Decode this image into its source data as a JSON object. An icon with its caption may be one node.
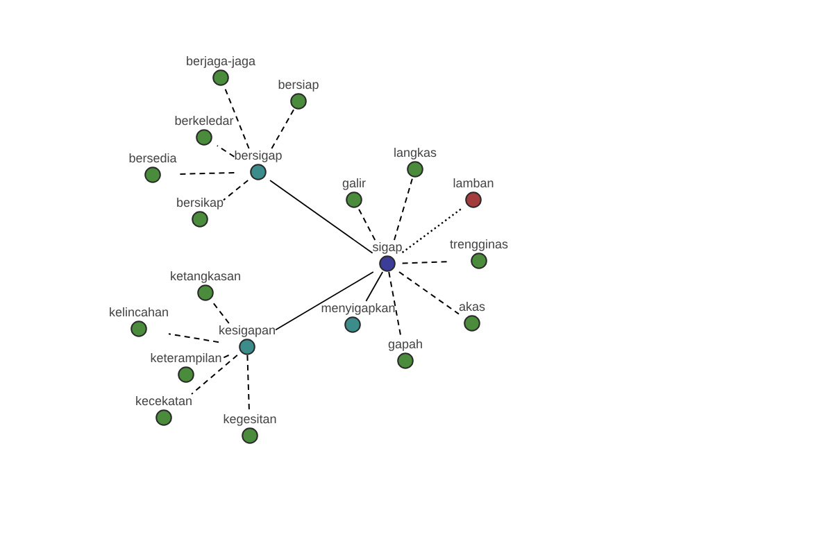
{
  "diagram": {
    "nodes": [
      {
        "text": [
          "berjaga-jaga"
        ]
      },
      {
        "text": [
          "bersiap"
        ]
      },
      {
        "text": [
          "berkeledar"
        ]
      },
      {
        "text": [
          "langkas"
        ]
      },
      {
        "text": [
          "bersigap"
        ]
      },
      {
        "text": [
          "bersedia"
        ]
      },
      {
        "text": [
          "lamban"
        ]
      },
      {
        "text": [
          "galir"
        ]
      },
      {
        "text": [
          "bersikap"
        ]
      },
      {
        "text": [
          "trengginas"
        ]
      },
      {
        "text": [
          "sigap"
        ]
      },
      {
        "text": [
          "ketangkasan"
        ]
      },
      {
        "text": [
          "menyigapkan"
        ]
      },
      {
        "text": [
          "akas"
        ]
      },
      {
        "text": [
          "kelincahan"
        ]
      },
      {
        "text": [
          "kesigapan"
        ]
      },
      {
        "text": [
          "gapah"
        ]
      },
      {
        "text": [
          "keterampilan"
        ]
      },
      {
        "text": [
          "kecekatan"
        ]
      },
      {
        "text": [
          "kegesitan"
        ]
      }
    ],
    "edges": [
      {
        "from": 10,
        "to": 4,
        "arrow": "none"
      },
      {
        "from": 10,
        "to": 15,
        "arrow": "none"
      },
      {
        "from": 10,
        "to": 12,
        "arrow": "none"
      },
      {
        "from": 10,
        "to": 3,
        "arrow": "none",
        "style": "dashed"
      },
      {
        "from": 10,
        "to": 7,
        "arrow": "none",
        "style": "dashed"
      },
      {
        "from": 10,
        "to": 6,
        "arrow": "none",
        "style": "dashed"
      },
      {
        "from": 10,
        "to": 9,
        "arrow": "none",
        "style": "dashed"
      },
      {
        "from": 10,
        "to": 13,
        "arrow": "none",
        "style": "dashed"
      },
      {
        "from": 10,
        "to": 16,
        "arrow": "none",
        "style": "dashed"
      },
      {
        "from": 4,
        "to": 0,
        "arrow": "none",
        "style": "dashed"
      },
      {
        "from": 4,
        "to": 1,
        "arrow": "none",
        "style": "dashed"
      },
      {
        "from": 4,
        "to": 2,
        "arrow": "none",
        "style": "dashed"
      },
      {
        "from": 4,
        "to": 5,
        "arrow": "none",
        "style": "dashed"
      },
      {
        "from": 4,
        "to": 8,
        "arrow": "none",
        "style": "dashed"
      },
      {
        "from": 15,
        "to": 11,
        "arrow": "none",
        "style": "dashed"
      },
      {
        "from": 15,
        "to": 14,
        "arrow": "none",
        "style": "dashed"
      },
      {
        "from": 15,
        "to": 17,
        "arrow": "none",
        "style": "dashed"
      },
      {
        "from": 15,
        "to": 18,
        "arrow": "none",
        "style": "dashed"
      },
      {
        "from": 15,
        "to": 19,
        "arrow": "none",
        "style": "dashed"
      }
    ]
  }
}
